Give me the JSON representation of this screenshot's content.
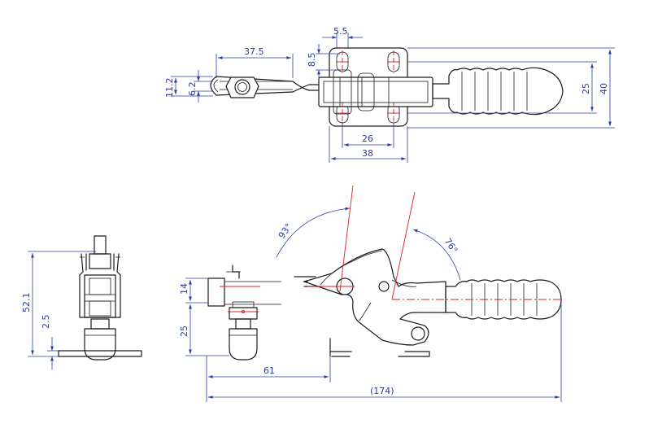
{
  "dimensions": {
    "top_width_slot": "5.5",
    "top_arm_length": "37.5",
    "top_slot_height": "8.5",
    "top_bar_outer": "11.2",
    "top_bar_inner": "6.2",
    "top_hole_spacing": "26",
    "top_base_width": "38",
    "top_base_inner": "25",
    "top_base_outer": "40",
    "left_total_height": "52.1",
    "left_base_thickness": "2.5",
    "front_block_height": "14",
    "front_spindle_height": "25",
    "front_reach": "61",
    "front_overall": "(174)",
    "angle_open": "93°",
    "angle_handle": "76°"
  },
  "colors": {
    "outline": "#1a1a1a",
    "dimension": "#2a3ba8",
    "centerline": "#d42020"
  }
}
